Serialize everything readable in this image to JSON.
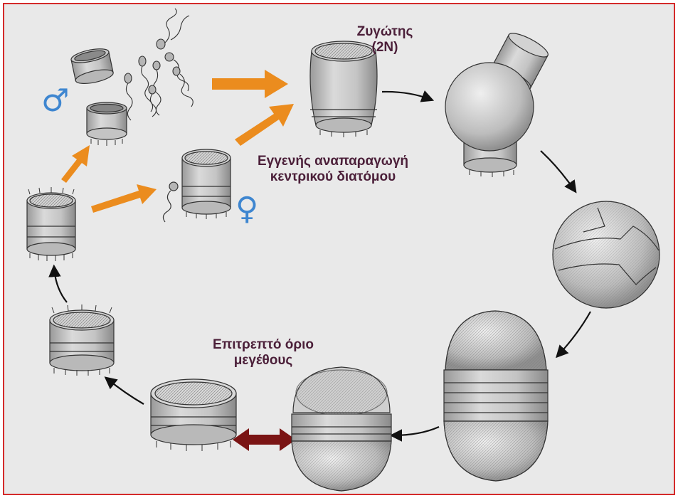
{
  "diagram": {
    "labels": {
      "zygote_line1": "Ζυγώτης",
      "zygote_line2": "(2N)",
      "sexual_line1": "Εγγενής αναπαραγωγή",
      "sexual_line2": "κεντρικού διατόμου",
      "limit_line1": "Επιτρεπτό όριο",
      "limit_line2": "μεγέθους",
      "male_symbol": "♂",
      "female_symbol": "♀"
    },
    "colors": {
      "frame_border": "#d42a2a",
      "background": "#e9e9e9",
      "orange_arrow": "#eb8c1e",
      "double_arrow": "#7a1414",
      "label_text": "#4b1f39",
      "sex_symbol": "#3e86d0",
      "black_arrow": "#111111"
    }
  }
}
